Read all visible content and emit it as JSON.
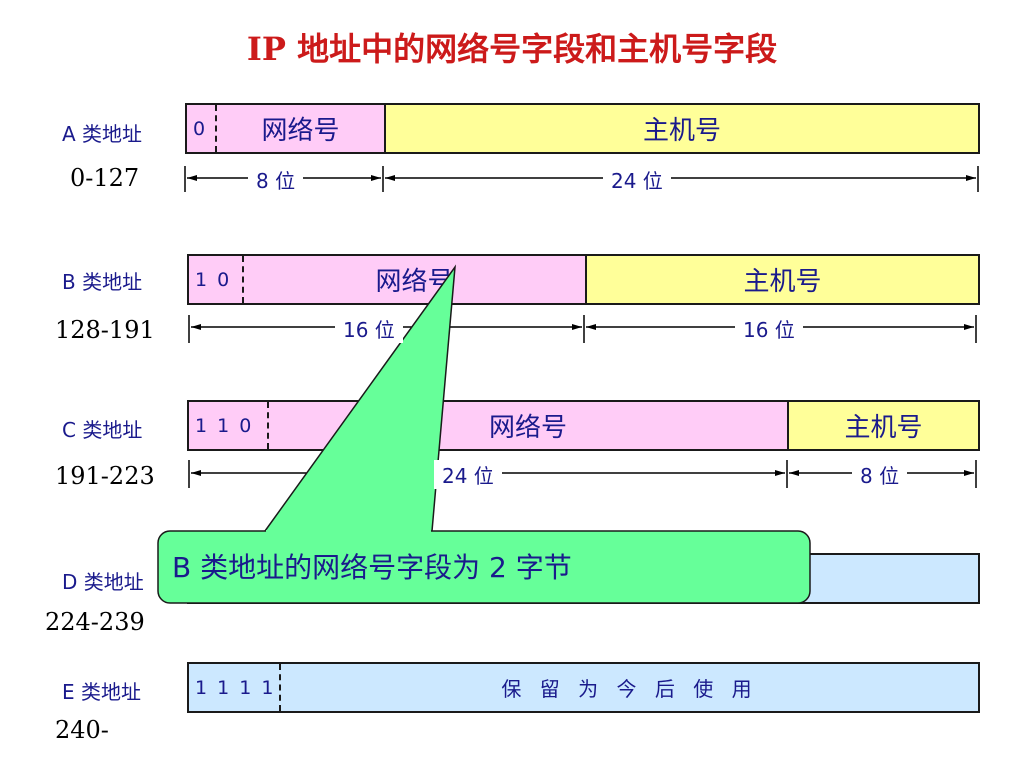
{
  "title": "IP 地址中的网络号字段和主机号字段",
  "classes": {
    "a": {
      "label": "A 类地址",
      "range": "0-127",
      "prefix": "0",
      "net": "网络号",
      "host": "主机号",
      "net_bits": "8 位",
      "host_bits": "24 位"
    },
    "b": {
      "label": "B 类地址",
      "range": "128-191",
      "prefix": "1 0",
      "net": "网络号",
      "host": "主机号",
      "net_bits": "16 位",
      "host_bits": "16 位"
    },
    "c": {
      "label": "C 类地址",
      "range": "191-223",
      "prefix": "1 1 0",
      "net": "网络号",
      "host": "主机号",
      "net_bits": "24 位",
      "host_bits": "8 位"
    },
    "d": {
      "label": "D 类地址",
      "range": "224-239"
    },
    "e": {
      "label": "E 类地址",
      "range": "240-",
      "prefix": "1 1 1 1",
      "reserved": "保 留 为 今 后 使 用"
    }
  },
  "callout": {
    "text": "B 类地址的网络号字段为 2 字节",
    "fill": "#66ff99"
  },
  "colors": {
    "network": "#ffccf7",
    "host": "#ffff99",
    "reserved": "#cce8ff",
    "title": "#cc1a1a",
    "label": "#1a1a8c"
  }
}
